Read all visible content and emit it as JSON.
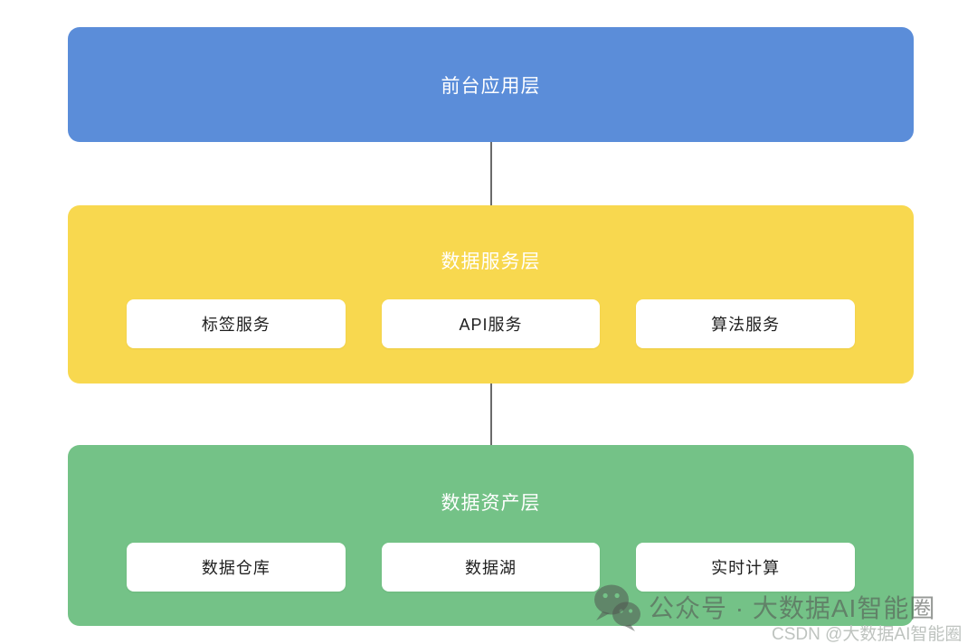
{
  "diagram": {
    "layers": [
      {
        "title": "前台应用层",
        "color": "#5B8DD9",
        "children": []
      },
      {
        "title": "数据服务层",
        "color": "#F8D84F",
        "children": [
          "标签服务",
          "API服务",
          "算法服务"
        ]
      },
      {
        "title": "数据资产层",
        "color": "#74C287",
        "children": [
          "数据仓库",
          "数据湖",
          "实时计算"
        ]
      }
    ],
    "connector_color": "#6B6B6B",
    "subbox_background": "#FFFFFF",
    "subbox_text_color": "#1F1F1F",
    "title_text_color": "#FFFFFF"
  },
  "watermark": {
    "icon": "wechat-icon",
    "wechat_line": "公众号 · 大数据AI智能圈",
    "csdn_line": "CSDN @大数据AI智能圈"
  }
}
